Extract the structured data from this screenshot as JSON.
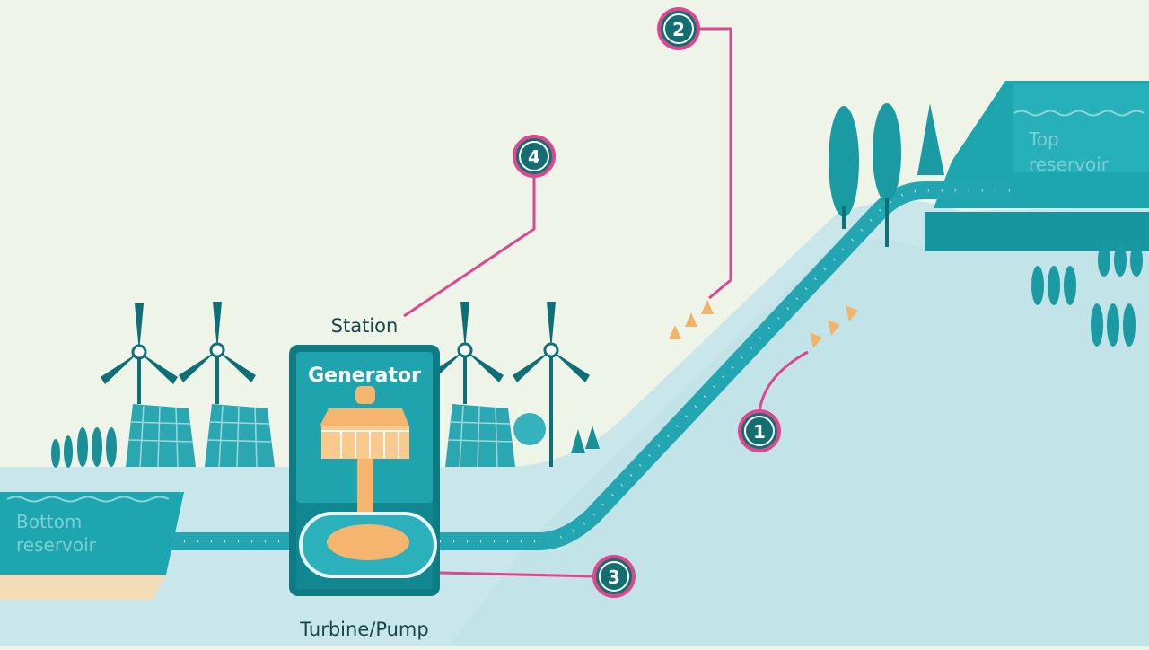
{
  "labels": {
    "station": "Station",
    "generator": "Generator",
    "turbine_pump": "Turbine/Pump",
    "bottom_reservoir": [
      "Bottom",
      "reservoir"
    ],
    "top_reservoir": [
      "Top",
      "reservoir"
    ]
  },
  "callouts": [
    "1",
    "2",
    "3",
    "4"
  ],
  "colors": {
    "background": "#eef4e8",
    "hill": "#c9e7ea",
    "water": "#1aa3ad",
    "pipe": "#24a6b2",
    "teal_dark": "#0f6f77",
    "callout_line": "#e0468f",
    "callout_fill": "#126e70",
    "flow_arrow": "#f4b36a",
    "generator_orange": "#f6b56f"
  }
}
